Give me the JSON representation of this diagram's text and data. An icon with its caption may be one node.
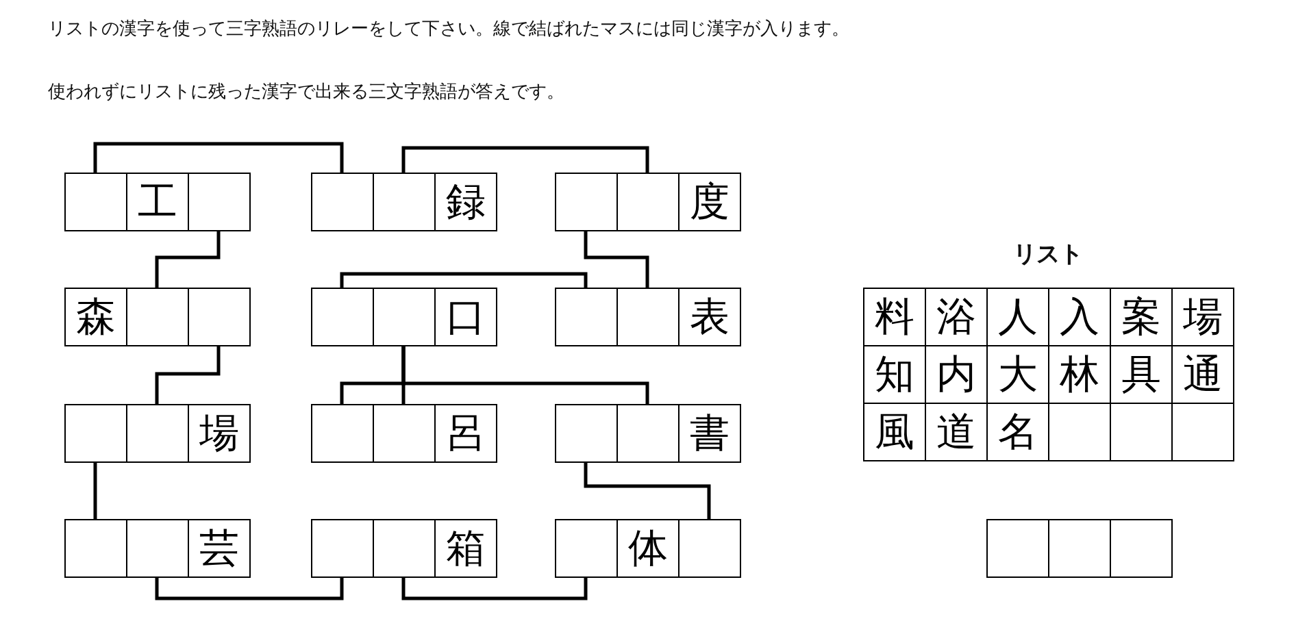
{
  "diagram": {
    "nodes": [
      {
        "text": [],
        "shape": "box"
      },
      {
        "text": [
          "工"
        ]
      },
      {
        "text": [],
        "shape": "box"
      },
      {
        "text": [],
        "shape": "box"
      },
      {
        "text": [],
        "shape": "box"
      },
      {
        "text": [
          "録"
        ]
      },
      {
        "text": [],
        "shape": "box"
      },
      {
        "text": [],
        "shape": "box"
      },
      {
        "text": [
          "度"
        ]
      },
      {
        "text": [
          "森"
        ]
      },
      {
        "text": [],
        "shape": "box"
      },
      {
        "text": [],
        "shape": "box"
      },
      {
        "text": [],
        "shape": "box"
      },
      {
        "text": [],
        "shape": "box"
      },
      {
        "text": [
          "口"
        ]
      },
      {
        "text": [],
        "shape": "box"
      },
      {
        "text": [],
        "shape": "box"
      },
      {
        "text": [
          "表"
        ]
      },
      {
        "text": [],
        "shape": "box"
      },
      {
        "text": [],
        "shape": "box"
      },
      {
        "text": [
          "場"
        ]
      },
      {
        "text": [],
        "shape": "box"
      },
      {
        "text": [],
        "shape": "box"
      },
      {
        "text": [
          "呂"
        ]
      },
      {
        "text": [],
        "shape": "box"
      },
      {
        "text": [],
        "shape": "box"
      },
      {
        "text": [
          "書"
        ]
      },
      {
        "text": [],
        "shape": "box"
      },
      {
        "text": [],
        "shape": "box"
      },
      {
        "text": [
          "芸"
        ]
      },
      {
        "text": [],
        "shape": "box"
      },
      {
        "text": [],
        "shape": "box"
      },
      {
        "text": [
          "箱"
        ]
      },
      {
        "text": [],
        "shape": "box"
      },
      {
        "text": [
          "体"
        ]
      },
      {
        "text": [],
        "shape": "box"
      },
      {
        "text": [
          "料"
        ]
      },
      {
        "text": [
          "浴"
        ]
      },
      {
        "text": [
          "人"
        ]
      },
      {
        "text": [
          "入"
        ]
      },
      {
        "text": [
          "案"
        ]
      },
      {
        "text": [
          "場"
        ]
      },
      {
        "text": [
          "知"
        ]
      },
      {
        "text": [
          "内"
        ]
      },
      {
        "text": [
          "大"
        ]
      },
      {
        "text": [
          "林"
        ]
      },
      {
        "text": [
          "具"
        ]
      },
      {
        "text": [
          "通"
        ]
      },
      {
        "text": [
          "風"
        ]
      },
      {
        "text": [
          "道"
        ]
      },
      {
        "text": [
          "名"
        ]
      },
      {
        "text": [],
        "shape": "box"
      },
      {
        "text": [],
        "shape": "box"
      },
      {
        "text": [],
        "shape": "box"
      },
      {
        "text": [],
        "shape": "box"
      },
      {
        "text": [],
        "shape": "box"
      },
      {
        "text": [],
        "shape": "box"
      }
    ],
    "edges": [
      {
        "from": 0,
        "to": 3,
        "arrow": "none"
      },
      {
        "from": 4,
        "to": 7,
        "arrow": "none"
      },
      {
        "from": 2,
        "to": 10,
        "arrow": "none"
      },
      {
        "from": 6,
        "to": 16,
        "arrow": "none"
      },
      {
        "from": 12,
        "to": 15,
        "arrow": "none"
      },
      {
        "from": 11,
        "to": 19,
        "arrow": "none"
      },
      {
        "from": 13,
        "to": 21,
        "arrow": "none"
      },
      {
        "from": 13,
        "to": 22,
        "arrow": "none"
      },
      {
        "from": 13,
        "to": 25,
        "arrow": "none"
      },
      {
        "from": 18,
        "to": 27,
        "arrow": "none"
      },
      {
        "from": 24,
        "to": 35,
        "arrow": "none"
      },
      {
        "from": 28,
        "to": 30,
        "arrow": "none"
      },
      {
        "from": 31,
        "to": 33,
        "arrow": "none"
      }
    ],
    "labels": [
      "リストの漢字を使って三字熟語のリレーをして下さい。線で結ばれたマスには同じ漢字が入ります。",
      "使われずにリストに残った漢字で出来る三文字熟語が答えです。",
      "リスト"
    ]
  }
}
